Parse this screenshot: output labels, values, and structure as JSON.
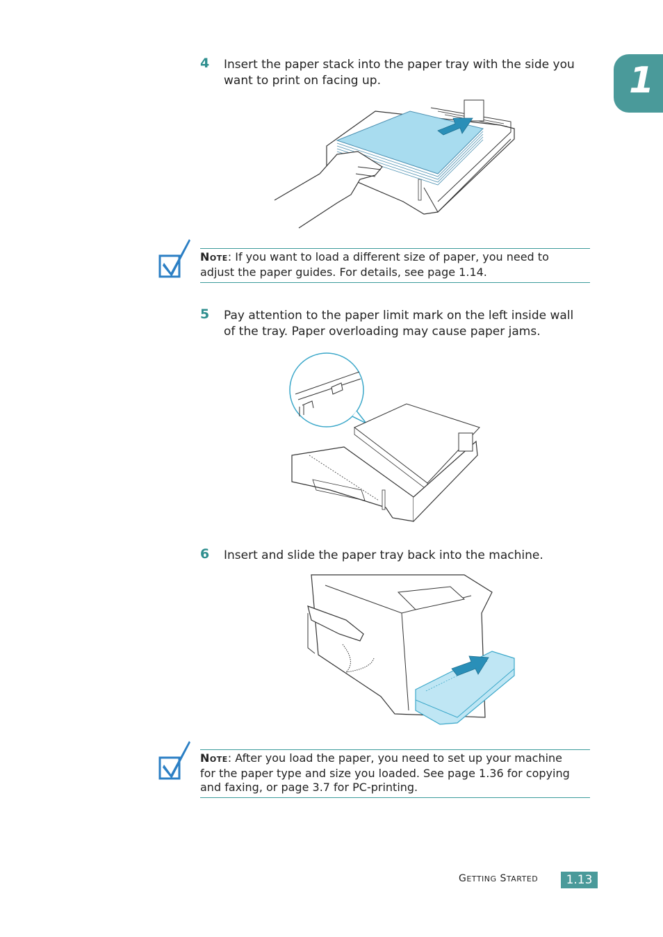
{
  "chapter": {
    "number": "1"
  },
  "steps": [
    {
      "number": "4",
      "text_line1": "Insert the paper stack into the paper tray with the side you",
      "text_line2": "want to print  on facing up."
    },
    {
      "number": "5",
      "text_line1": "Pay attention to the paper limit mark on the left inside wall",
      "text_line2": "of the tray. Paper overloading may cause paper jams."
    },
    {
      "number": "6",
      "text_line1": "Insert and slide the paper tray back into the machine."
    }
  ],
  "notes": [
    {
      "label_first": "N",
      "label_rest": "OTE",
      "text_after_label": ": If you want to load a different size of paper, you need to",
      "text_line2": "adjust the paper guides. For details, see page 1.14."
    },
    {
      "label_first": "N",
      "label_rest": "OTE",
      "text_after_label": ": After you load the paper, you need to set up your machine",
      "text_line2": "for the paper type and size you loaded. See page 1.36 for copying",
      "text_line3": "and faxing, or page 3.7 for PC-printing."
    }
  ],
  "footer": {
    "section_g": "G",
    "section_etting": "ETTING",
    "section_s": "S",
    "section_tarted": "TARTED",
    "page_number": "1.13"
  },
  "colors": {
    "accent": "#4a9a9a",
    "paper_blue": "#a8dcef",
    "check_blue": "#2b7fc4"
  }
}
